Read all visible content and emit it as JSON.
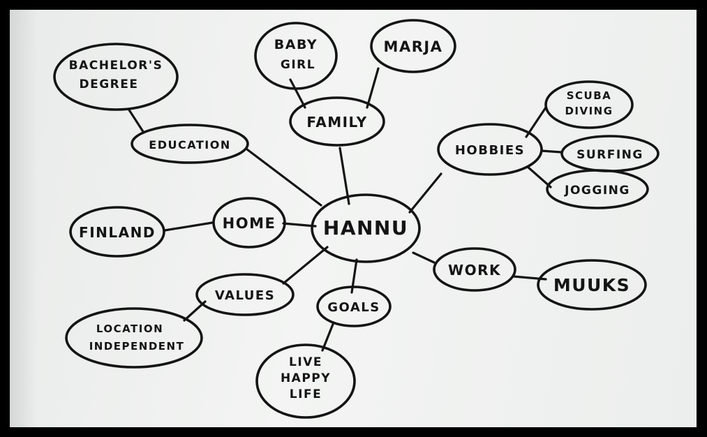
{
  "diagram": {
    "center": "HANNU",
    "nodes": {
      "family": "FAMILY",
      "baby_girl": [
        "BABY",
        "GIRL"
      ],
      "marja": "MARJA",
      "education": "EDUCATION",
      "bachelors_degree": [
        "BACHELOR'S",
        "DEGREE"
      ],
      "hobbies": "HOBBIES",
      "scuba_diving": [
        "SCUBA",
        "DIVING"
      ],
      "surfing": "SURFING",
      "jogging": "JOGGING",
      "home": "HOME",
      "finland": "FINLAND",
      "work": "WORK",
      "muuks": "MUUKS",
      "values": "VALUES",
      "location_independent": [
        "LOCATION",
        "INDEPENDENT"
      ],
      "goals": "GOALS",
      "live_happy_life": [
        "LIVE",
        "HAPPY",
        "LIFE"
      ]
    }
  },
  "colors": {
    "ink": "#141414",
    "paper": "#eeefee",
    "border": "#000000"
  }
}
